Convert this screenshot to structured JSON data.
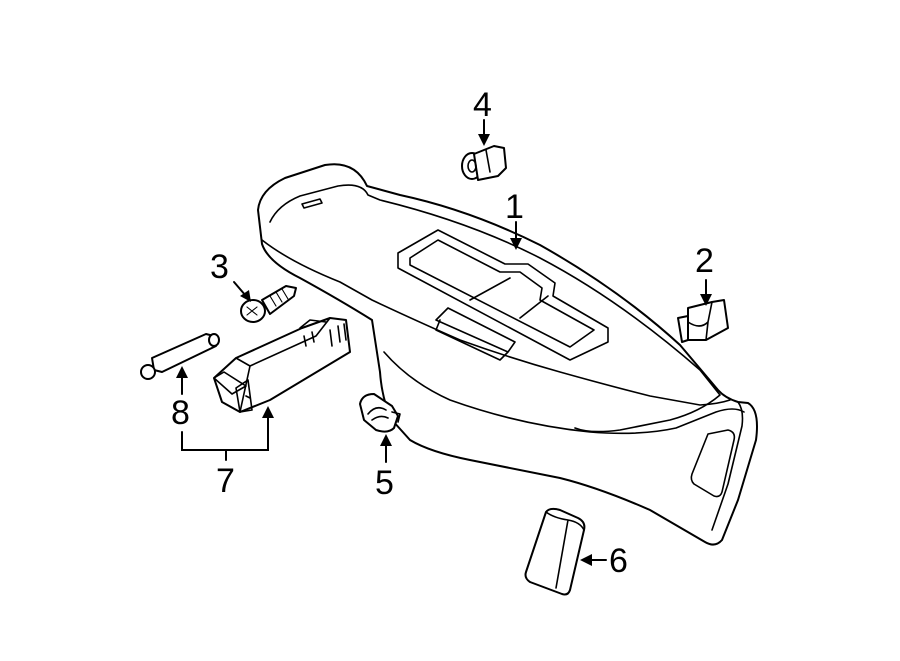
{
  "diagram": {
    "callouts": [
      {
        "id": "1",
        "label": "1"
      },
      {
        "id": "2",
        "label": "2"
      },
      {
        "id": "3",
        "label": "3"
      },
      {
        "id": "4",
        "label": "4"
      },
      {
        "id": "5",
        "label": "5"
      },
      {
        "id": "6",
        "label": "6"
      },
      {
        "id": "7",
        "label": "7"
      },
      {
        "id": "8",
        "label": "8"
      }
    ],
    "colors": {
      "line": "#000000",
      "fill": "#ffffff"
    }
  }
}
